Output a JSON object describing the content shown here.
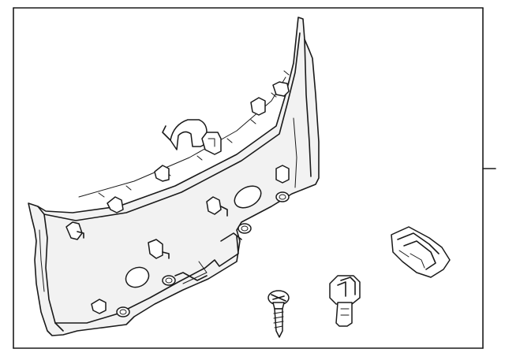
{
  "diagram": {
    "colors": {
      "line": "#1a1a1a",
      "panel_fill": "#f2f2f2",
      "background": "#ffffff"
    },
    "parts": [
      "liftgate-trim-panel",
      "screw",
      "push-clip",
      "retainer-clip"
    ]
  }
}
